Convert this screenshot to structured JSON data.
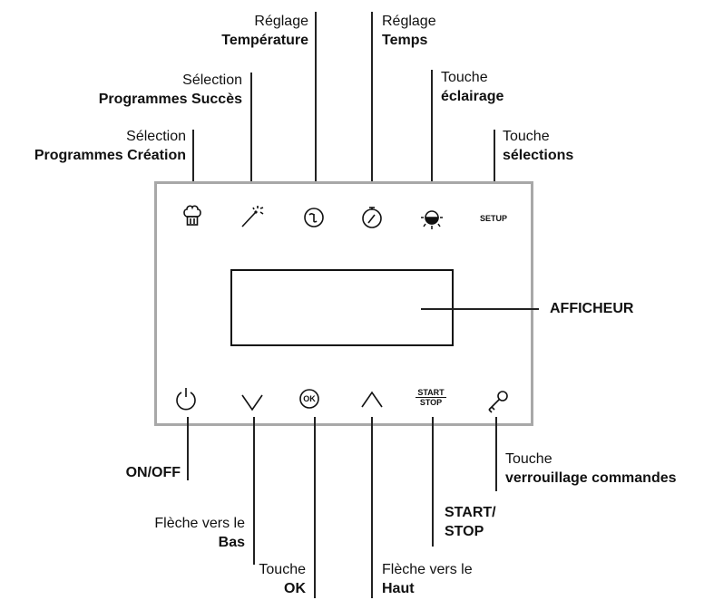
{
  "labels": {
    "programmes_creation": {
      "pre": "Sélection",
      "bold": "Programmes Création"
    },
    "programmes_succes": {
      "pre": "Sélection",
      "bold": "Programmes Succès"
    },
    "temperature": {
      "pre": "Réglage",
      "bold": "Température"
    },
    "temps": {
      "pre": "Réglage",
      "bold": "Temps"
    },
    "eclairage": {
      "pre": "Touche",
      "bold": "éclairage"
    },
    "selections": {
      "pre": "Touche",
      "bold": "sélections"
    },
    "afficheur": {
      "bold": "AFFICHEUR"
    },
    "on_off": {
      "bold": "ON/OFF"
    },
    "fleche_bas": {
      "pre": "Flèche vers le",
      "bold": "Bas"
    },
    "ok": {
      "pre": "Touche",
      "bold": "OK"
    },
    "fleche_haut": {
      "pre": "Flèche vers le",
      "bold": "Haut"
    },
    "start_stop": {
      "bold_line1": "START/",
      "bold_line2": "STOP"
    },
    "verrouillage": {
      "pre": "Touche",
      "bold": "verrouillage commandes"
    }
  },
  "buttons": {
    "setup_label": "SETUP",
    "start_label": "START",
    "stop_label": "STOP",
    "ok_label": "OK"
  },
  "icons": [
    "chef-hat-icon",
    "magic-wand-icon",
    "temperature-icon",
    "timer-icon",
    "light-icon",
    "setup-icon",
    "power-icon",
    "arrow-down-icon",
    "ok-icon",
    "arrow-up-icon",
    "start-stop-icon",
    "key-icon"
  ]
}
